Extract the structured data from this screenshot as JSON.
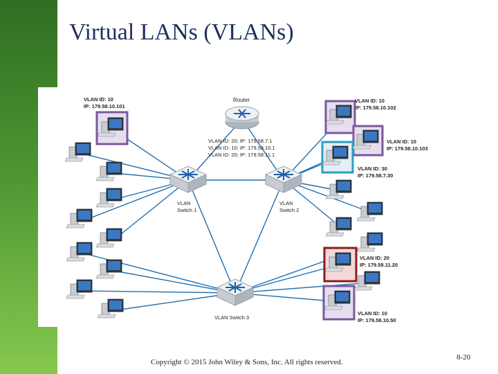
{
  "slide": {
    "title": "Virtual LANs (VLANs)",
    "footer": "Copyright © 2015 John Wiley & Sons, Inc. All rights reserved.",
    "page_number": "8-20"
  },
  "colors": {
    "left_bar": "#4d9432",
    "title": "#1f2f5e",
    "link_line": "#1f6fb0",
    "vlan10_box": "#7a5a9a",
    "vlan10_fill": "#e6def0",
    "vlan30_box": "#2a9fc4",
    "vlan30_fill": "#dff0f6",
    "vlan20_box": "#8a1c1c",
    "vlan20_fill": "#f4d8d8"
  },
  "diagram": {
    "router_label": "Router",
    "router_config": [
      "VLAN ID: 20; IP: 179.58.7.1",
      "VLAN ID: 10; IP: 179.58.10.1",
      "VLAN ID: 20; IP: 179.58.11.1"
    ],
    "switches": [
      {
        "label_line1": "VLAN",
        "label_line2": "Switch 1"
      },
      {
        "label_line1": "VLAN",
        "label_line2": "Switch 2"
      },
      {
        "label_line1": "VLAN Switch 3",
        "label_line2": ""
      }
    ],
    "host_labels": [
      {
        "line1": "VLAN ID: 10",
        "line2": "IP: 179.58.10.101"
      },
      {
        "line1": "VLAN ID: 10",
        "line2": "IP: 179.58.10.102"
      },
      {
        "line1": "VLAN ID: 10",
        "line2": "IP: 179.58.10.103"
      },
      {
        "line1": "VLAN ID: 30",
        "line2": "IP: 179.58.7.30"
      },
      {
        "line1": "VLAN ID: 20",
        "line2": "IP: 179.58.11.20"
      },
      {
        "line1": "VLAN ID: 10",
        "line2": "IP: 179.58.10.50"
      }
    ]
  }
}
